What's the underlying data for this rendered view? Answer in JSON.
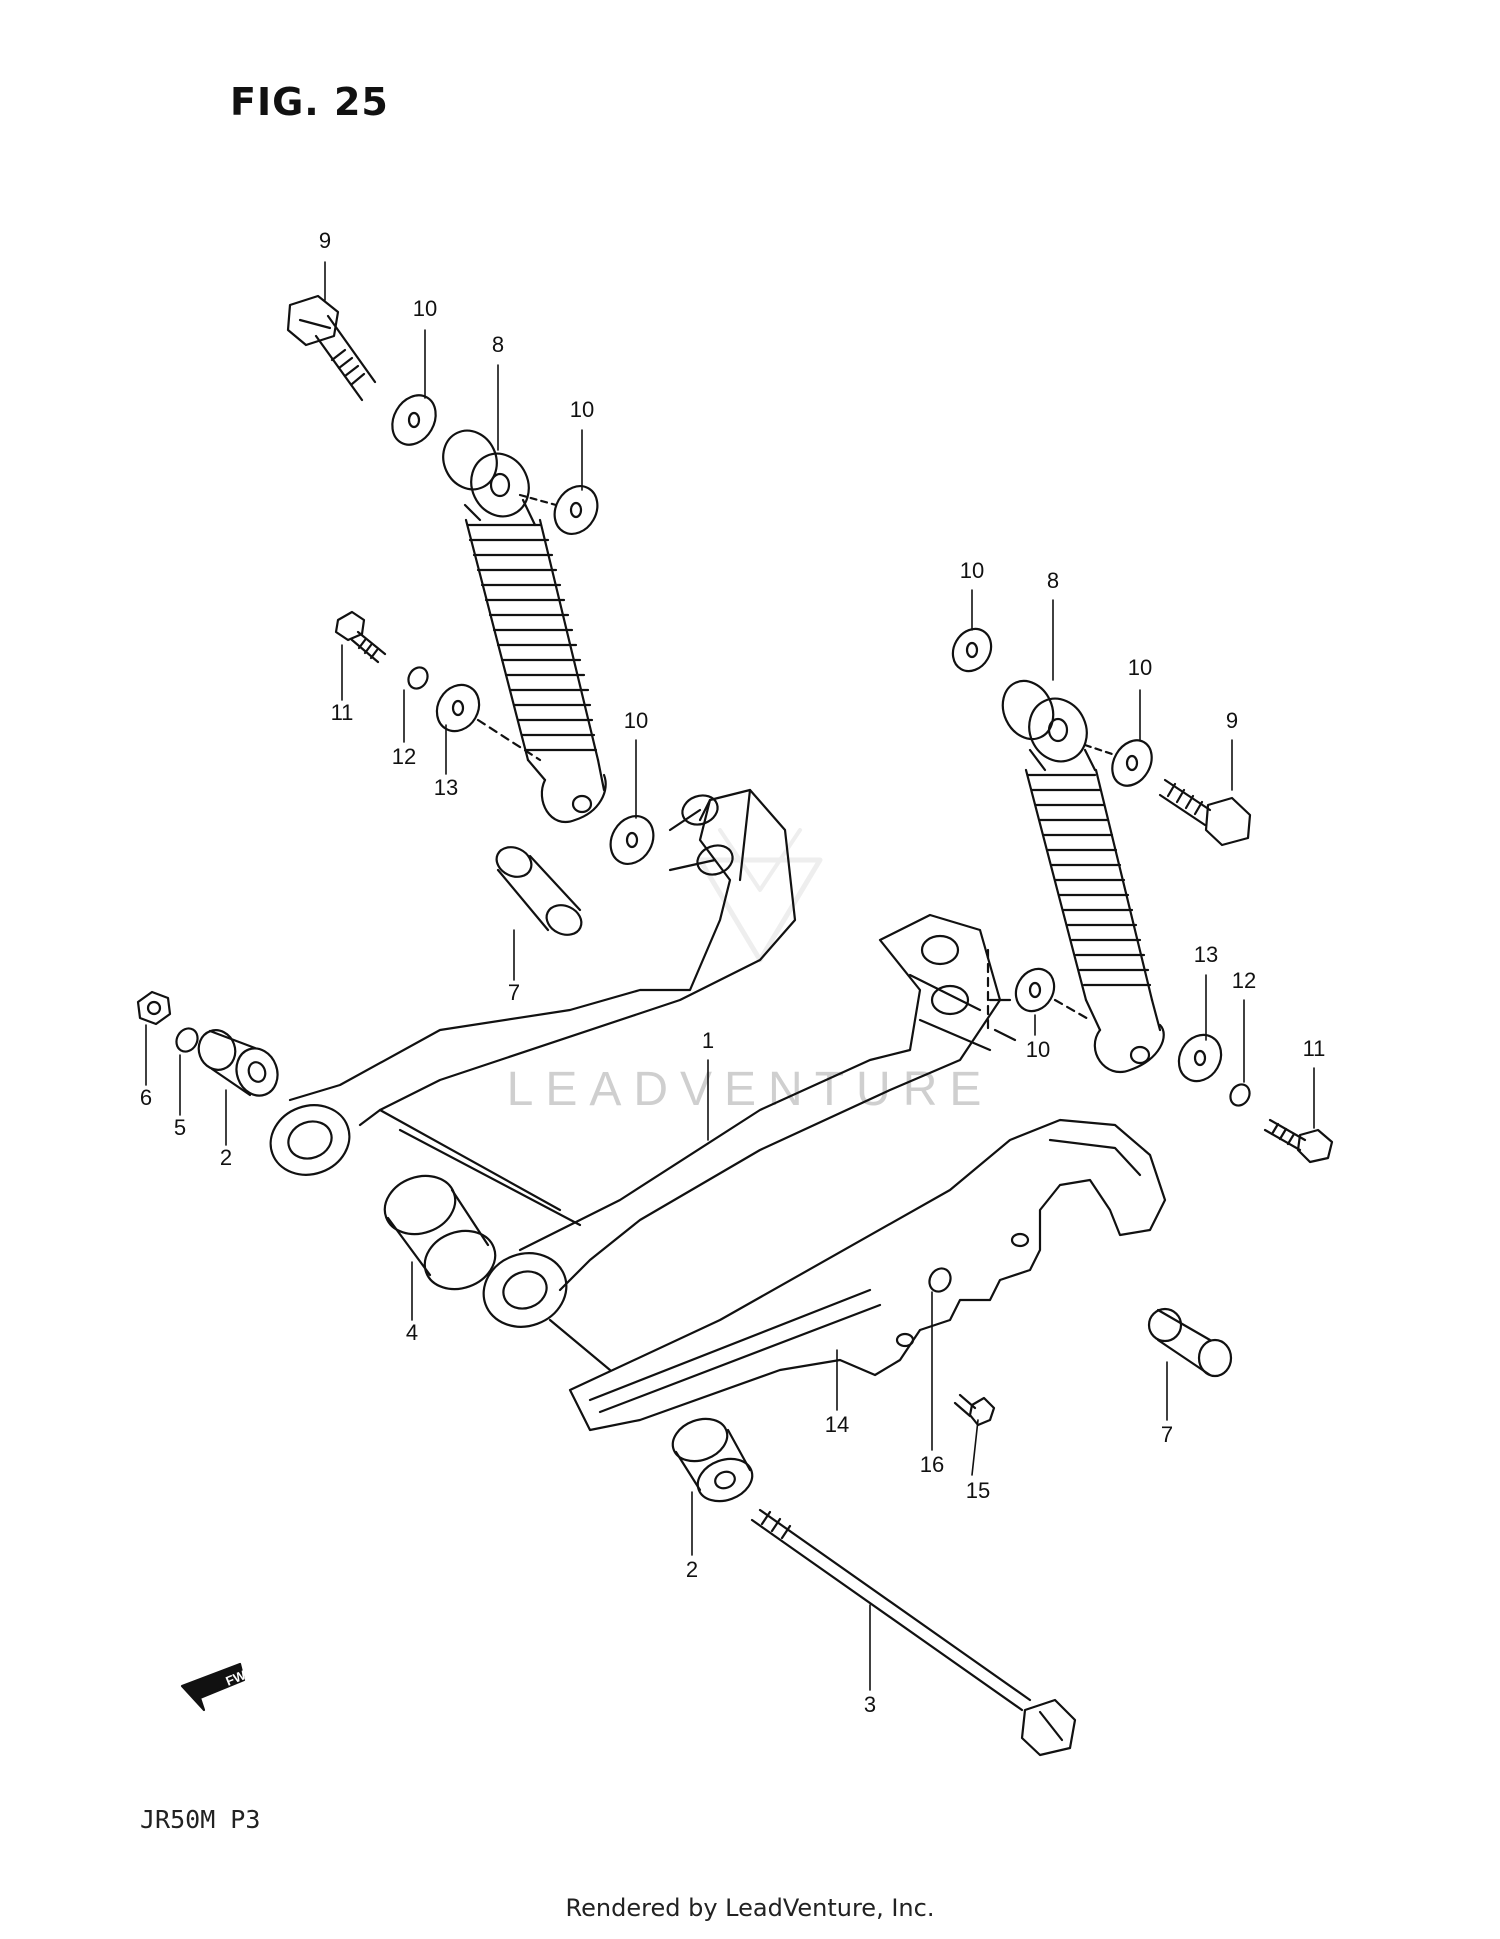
{
  "figure": {
    "title": "FIG. 25",
    "model_code": "JR50M  P3",
    "credit": "Rendered by LeadVenture, Inc.",
    "watermark": "LEADVENTURE",
    "fwd_label": "FWD"
  },
  "callouts": [
    {
      "id": "c9a",
      "label": "9"
    },
    {
      "id": "c10a",
      "label": "10"
    },
    {
      "id": "c8a",
      "label": "8"
    },
    {
      "id": "c10b",
      "label": "10"
    },
    {
      "id": "c11a",
      "label": "11"
    },
    {
      "id": "c12a",
      "label": "12"
    },
    {
      "id": "c13a",
      "label": "13"
    },
    {
      "id": "c10c",
      "label": "10"
    },
    {
      "id": "c7a",
      "label": "7"
    },
    {
      "id": "c10d",
      "label": "10"
    },
    {
      "id": "c8b",
      "label": "8"
    },
    {
      "id": "c10e",
      "label": "10"
    },
    {
      "id": "c9b",
      "label": "9"
    },
    {
      "id": "c13b",
      "label": "13"
    },
    {
      "id": "c12b",
      "label": "12"
    },
    {
      "id": "c10f",
      "label": "10"
    },
    {
      "id": "c11b",
      "label": "11"
    },
    {
      "id": "c6",
      "label": "6"
    },
    {
      "id": "c5",
      "label": "5"
    },
    {
      "id": "c2a",
      "label": "2"
    },
    {
      "id": "c1",
      "label": "1"
    },
    {
      "id": "c4",
      "label": "4"
    },
    {
      "id": "c14",
      "label": "14"
    },
    {
      "id": "c16",
      "label": "16"
    },
    {
      "id": "c15",
      "label": "15"
    },
    {
      "id": "c7b",
      "label": "7"
    },
    {
      "id": "c2b",
      "label": "2"
    },
    {
      "id": "c3",
      "label": "3"
    }
  ]
}
